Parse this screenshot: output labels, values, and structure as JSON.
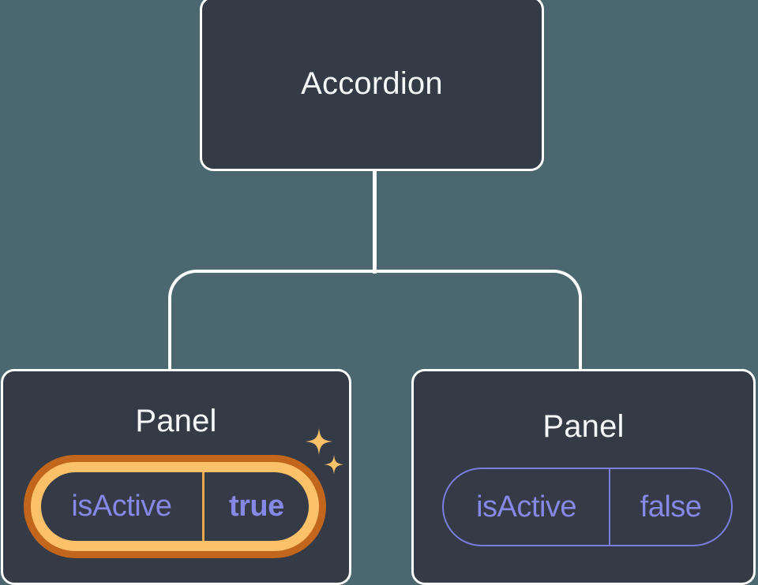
{
  "tree": {
    "root": {
      "label": "Accordion"
    },
    "children": [
      {
        "label": "Panel",
        "state": {
          "name": "isActive",
          "value": "true"
        },
        "highlighted": true
      },
      {
        "label": "Panel",
        "state": {
          "name": "isActive",
          "value": "false"
        },
        "highlighted": false
      }
    ]
  },
  "icons": {
    "sparkles": "four-point-stars"
  },
  "colors": {
    "background": "#4B6770",
    "node_fill": "#343A46",
    "node_border": "#FFFFFF",
    "connector": "#FFFFFF",
    "title_text": "#F6F7F9",
    "state_text": "#8688E6",
    "state_pill_border": "#7A7EE0",
    "highlight_ring_outer": "#C2661B",
    "highlight_ring_inner": "#FCC169",
    "highlight_divider": "#E8A94F",
    "sparkle": "#FCC169"
  }
}
